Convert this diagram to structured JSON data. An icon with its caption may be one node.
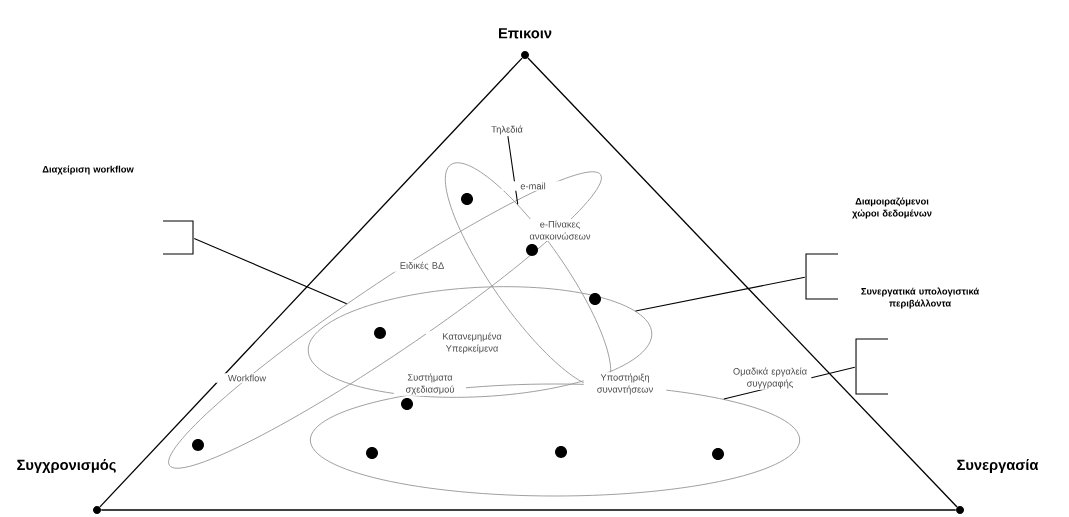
{
  "diagram": {
    "nodes": [
      {
        "text": [],
        "shape": "circle",
        "beside": [
          "Επικοιν"
        ]
      },
      {
        "text": [],
        "shape": "circle",
        "beside": [
          "Συγχρονισμός"
        ]
      },
      {
        "text": [],
        "shape": "circle",
        "beside": [
          "Συνεργασία"
        ]
      },
      {
        "text": [],
        "shape": "ellipse"
      },
      {
        "text": [],
        "shape": "ellipse"
      },
      {
        "text": [],
        "shape": "ellipse"
      },
      {
        "text": [],
        "shape": "ellipse"
      },
      {
        "text": [
          "Τηλεδιά"
        ]
      },
      {
        "text": [],
        "shape": "bracket"
      },
      {
        "text": [],
        "shape": "bracket"
      },
      {
        "text": [],
        "shape": "bracket"
      }
    ],
    "edges": [
      {
        "from": 0,
        "to": 1,
        "arrow": "none"
      },
      {
        "from": 0,
        "to": 2,
        "arrow": "none"
      },
      {
        "from": 1,
        "to": 2,
        "arrow": "none"
      },
      {
        "from": 7,
        "to": 3,
        "arrow": "none"
      },
      {
        "from": 8,
        "to": 4,
        "arrow": "none"
      },
      {
        "from": 9,
        "to": 5,
        "arrow": "none"
      },
      {
        "from": 10,
        "to": 6,
        "arrow": "none"
      }
    ],
    "labels": [
      "Διαχείριση workflow",
      "e-mail",
      "Διαμοιραζόμενοι χώροι δεδομένων",
      "e-Πίνακες ανακοινώσεων",
      "Ειδικές ΒΔ",
      "Συνεργατικά υπολογιστικά περιβάλλοντα",
      "Κατανεμημένα Υπερκείμενα",
      "Workflow",
      "Συστήματα σχεδιασμού",
      "Υποστήριξη συναντήσεων",
      "Ομαδικά εργαλεία συγγραφής"
    ]
  }
}
